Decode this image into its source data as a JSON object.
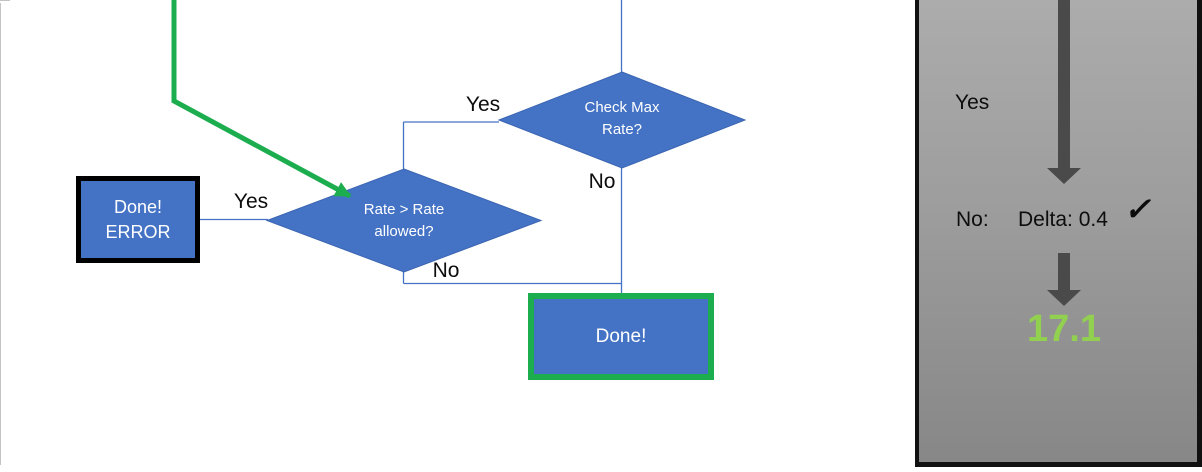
{
  "flowchart": {
    "check_max_diamond": {
      "line1": "Check Max",
      "line2": "Rate?"
    },
    "rate_diamond": {
      "line1": "Rate > Rate",
      "line2": "allowed?"
    },
    "error_box": {
      "line1": "Done!",
      "line2": "ERROR"
    },
    "done_box": {
      "label": "Done!"
    },
    "labels": {
      "check_max_yes": "Yes",
      "check_max_no": "No",
      "rate_yes": "Yes",
      "rate_no": "No"
    }
  },
  "side_panel": {
    "yes_label": "Yes",
    "no_label": "No:",
    "delta_value": "Delta: 0.4",
    "checkmark": "✓",
    "result_value": "17.1"
  },
  "colors": {
    "shape_blue": "#4472C4",
    "flow_green": "#1CAD4F",
    "result_green": "#92D050",
    "arrow_gray": "#4A4A4A",
    "panel_gray_top": "#ACACAC",
    "panel_gray_bottom": "#878787"
  }
}
